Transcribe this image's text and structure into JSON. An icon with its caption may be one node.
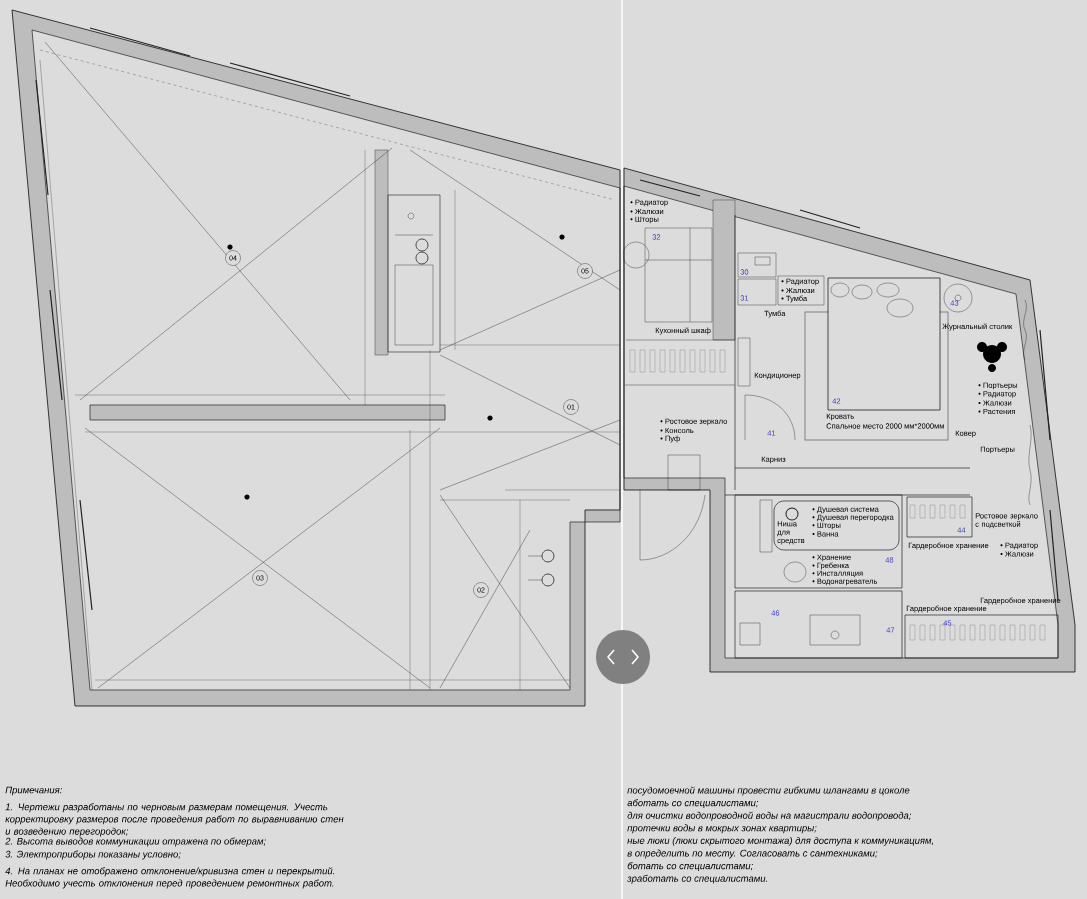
{
  "diagram": {
    "nodes": [
      {
        "text": [
          "04"
        ]
      },
      {
        "text": [
          "05"
        ]
      },
      {
        "text": [
          "01"
        ]
      },
      {
        "text": [
          "03"
        ]
      },
      {
        "text": [
          "02"
        ]
      }
    ],
    "labels": [
      "Примечания:",
      "1. Чертежи разработаны по черновым размерам помещения. Учесть корректировку размеров после проведения работ по выравниванию стен и возведению перегородок;",
      "2. Высота выводов коммуникации отражена по обмерам;",
      "3. Электроприборы показаны условно;",
      "4. На планах не отображено отклонение/кривизна стен и перекрытий. Необходимо учесть отклонения перед проведением ремонтных работ.",
      "посудомоечной машины провести гибкими шлангами в цоколе",
      "аботать со специалистами;",
      "для очистки водопроводной воды на магистрали водопровода;",
      "протечки воды в мокрых зонах квартиры;",
      "ные люки (люки скрытого монтажа) для доступа к коммуникациям,",
      "в определить по месту. Согласовать с сантехниками;",
      "ботать со специалистами;",
      "зработать со специалистами.",
      "• Радиатор",
      "• Жалюзи",
      "• Шторы",
      "Кухонный шкаф",
      "• Радиатор",
      "• Жалюзи",
      "• Тумба",
      "Тумба",
      "Кондиционер",
      "• Ростовое зеркало",
      "• Консоль",
      "• Пуф",
      "Кровать",
      "Спальное место 2000 мм*2000мм",
      "Журнальный столик",
      "• Портьеры",
      "• Радиатор",
      "• Жалюзи",
      "• Растения",
      "Ковер",
      "Портьеры",
      "Карниз",
      "• Душевая система",
      "• Душевая перегородка",
      "• Шторы",
      "• Ванна",
      "Ниша для средств",
      "• Хранение",
      "• Гребенка",
      "• Инсталляция",
      "• Водонагреватель",
      "Ростовое зеркало с подсветкой",
      "Гардеробное хранение",
      "Гардеробное хранение",
      "Гардеробное хранение",
      "• Радиатор",
      "• Жалюзи",
      "32",
      "30",
      "31",
      "42",
      "41",
      "43",
      "44",
      "48",
      "46",
      "47",
      "45"
    ]
  }
}
